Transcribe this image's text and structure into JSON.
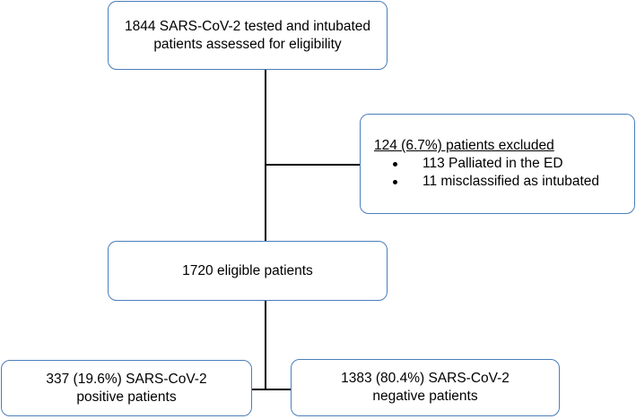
{
  "flow": {
    "screened": {
      "line1": "1844 SARS-CoV-2 tested and intubated",
      "line2": "patients assessed for eligibility"
    },
    "excluded": {
      "heading": "124 (6.7%) patients excluded",
      "items": [
        {
          "label": "113 Palliated in the ED"
        },
        {
          "label": "11 misclassified as intubated"
        }
      ]
    },
    "eligible": {
      "label": "1720 eligible patients"
    },
    "positive": {
      "line1": "337 (19.6%) SARS-CoV-2",
      "line2": "positive patients"
    },
    "negative": {
      "line1": "1383 (80.4%) SARS-CoV-2",
      "line2": "negative patients"
    }
  },
  "colors": {
    "box_border": "#4a7ebb",
    "connector": "#000000"
  }
}
